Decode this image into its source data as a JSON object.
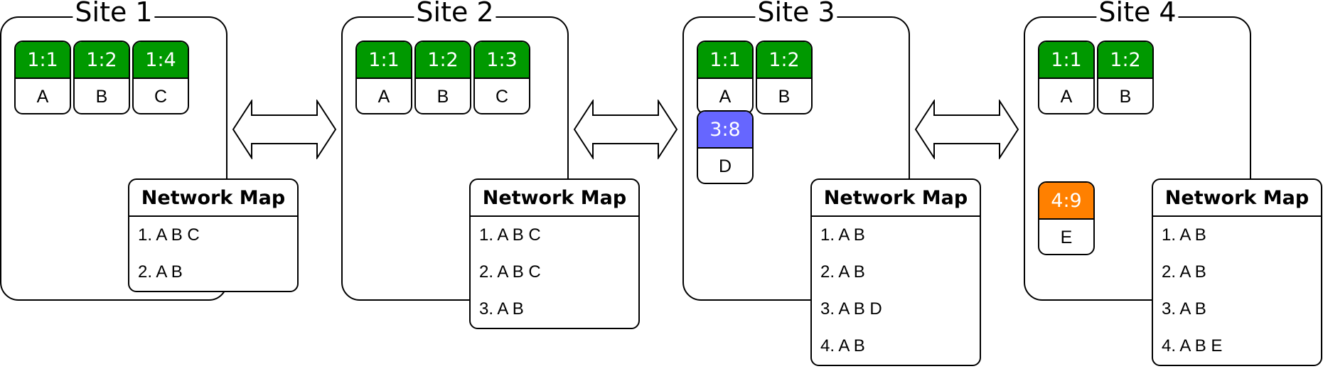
{
  "colors": {
    "green": "#009900",
    "blue": "#6666ff",
    "orange": "#ff8000"
  },
  "sites": [
    {
      "title": "Site 1",
      "cards": [
        {
          "id": "1:1",
          "letter": "A",
          "color": "#009900"
        },
        {
          "id": "1:2",
          "letter": "B",
          "color": "#009900"
        },
        {
          "id": "1:4",
          "letter": "C",
          "color": "#009900"
        }
      ],
      "network_map": {
        "title": "Network Map",
        "items": [
          "1. A B C",
          "2. A B"
        ]
      }
    },
    {
      "title": "Site 2",
      "cards": [
        {
          "id": "1:1",
          "letter": "A",
          "color": "#009900"
        },
        {
          "id": "1:2",
          "letter": "B",
          "color": "#009900"
        },
        {
          "id": "1:3",
          "letter": "C",
          "color": "#009900"
        }
      ],
      "network_map": {
        "title": "Network Map",
        "items": [
          "1. A B C",
          "2. A B C",
          "3. A B"
        ]
      }
    },
    {
      "title": "Site 3",
      "cards": [
        {
          "id": "1:1",
          "letter": "A",
          "color": "#009900"
        },
        {
          "id": "1:2",
          "letter": "B",
          "color": "#009900"
        },
        {
          "id": "3:8",
          "letter": "D",
          "color": "#6666ff"
        }
      ],
      "network_map": {
        "title": "Network Map",
        "items": [
          "1. A B",
          "2. A B",
          "3. A B D",
          "4. A B"
        ]
      }
    },
    {
      "title": "Site 4",
      "cards": [
        {
          "id": "1:1",
          "letter": "A",
          "color": "#009900"
        },
        {
          "id": "1:2",
          "letter": "B",
          "color": "#009900"
        },
        {
          "id": "4:9",
          "letter": "E",
          "color": "#ff8000"
        }
      ],
      "network_map": {
        "title": "Network Map",
        "items": [
          "1. A B",
          "2. A B",
          "3. A B",
          "4. A B E"
        ]
      }
    }
  ],
  "connectors": [
    {
      "icon": "double-arrow-icon"
    },
    {
      "icon": "double-arrow-icon"
    },
    {
      "icon": "double-arrow-icon"
    }
  ]
}
